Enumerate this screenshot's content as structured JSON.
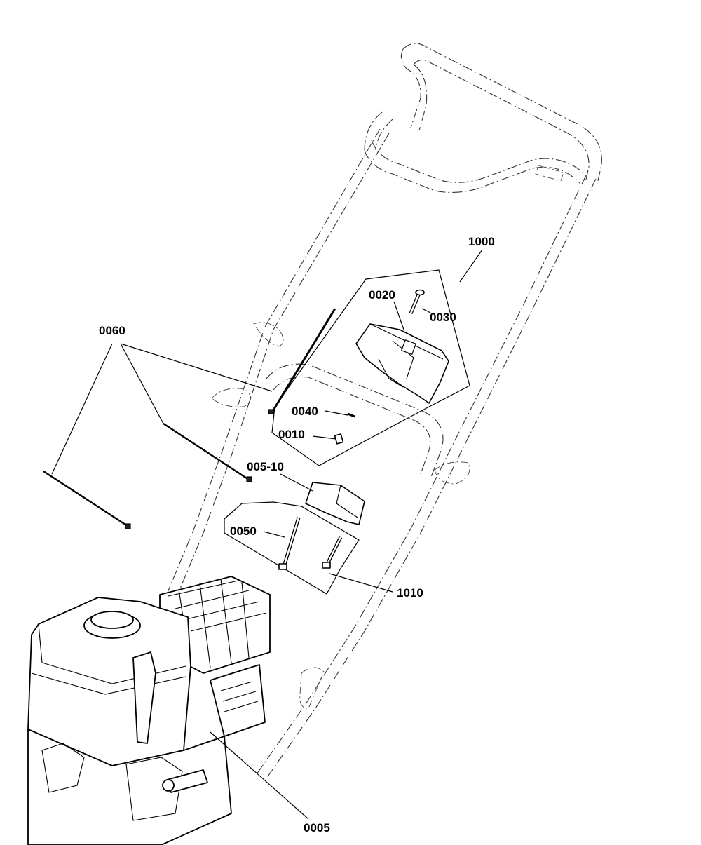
{
  "labels": {
    "l1000": "1000",
    "l0020": "0020",
    "l0030": "0030",
    "l0060": "0060",
    "l0040": "0040",
    "l0010": "0010",
    "l005_10": "005-10",
    "l0050": "0050",
    "l1010": "1010",
    "l0005": "0005"
  }
}
